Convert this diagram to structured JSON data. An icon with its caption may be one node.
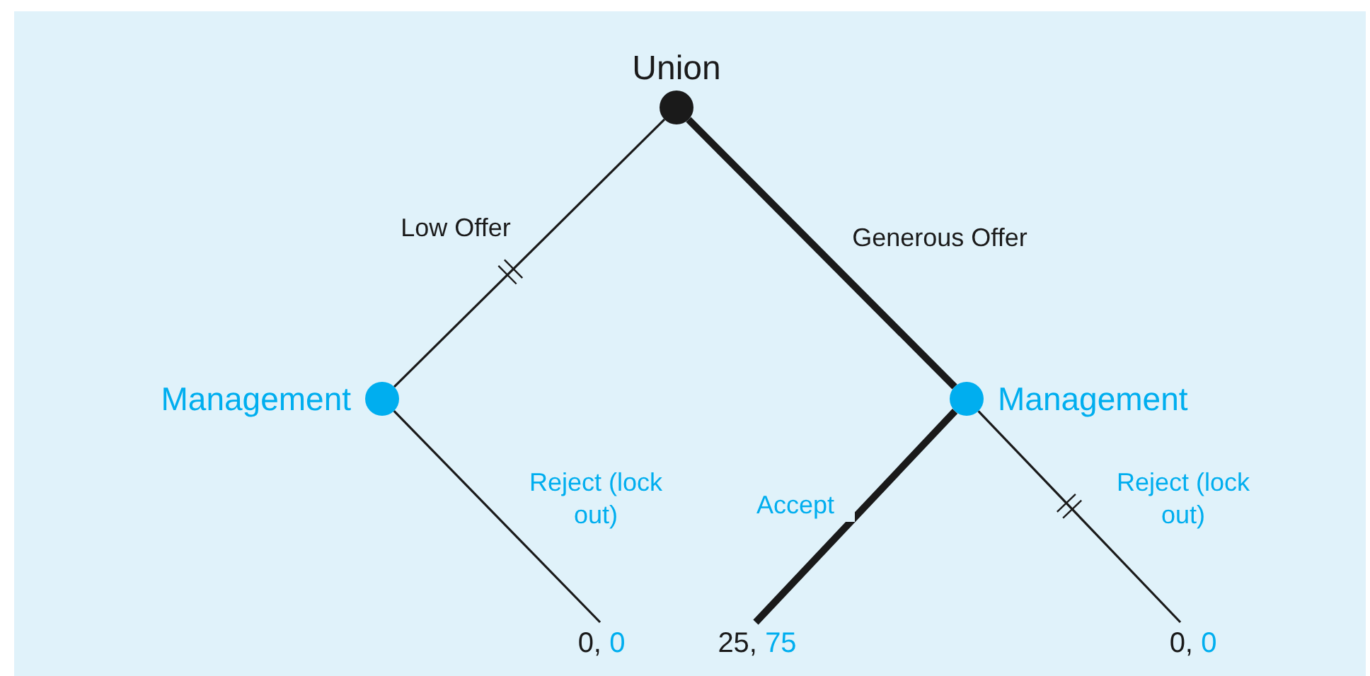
{
  "diagram": {
    "nodes": [
      {
        "text": [
          "Union"
        ]
      },
      {
        "text": [
          "Management"
        ]
      },
      {
        "text": [
          "Management"
        ]
      },
      {
        "text": [
          "0,",
          "0"
        ]
      },
      {
        "text": [
          "25,",
          "75"
        ]
      },
      {
        "text": [
          "0,",
          "0"
        ]
      }
    ],
    "edges": [
      {
        "from": 0,
        "to": 1,
        "arrow": "none",
        "label": "Low Offer"
      },
      {
        "from": 0,
        "to": 2,
        "arrow": "none",
        "label": "Generous Offer",
        "style": "thick"
      },
      {
        "from": 1,
        "to": 3,
        "arrow": "none",
        "label": "Reject (lock out)"
      },
      {
        "from": 2,
        "to": 4,
        "arrow": "none",
        "label": "Accept",
        "style": "thick"
      },
      {
        "from": 2,
        "to": 5,
        "arrow": "none",
        "label": "Reject (lock out)"
      }
    ]
  }
}
